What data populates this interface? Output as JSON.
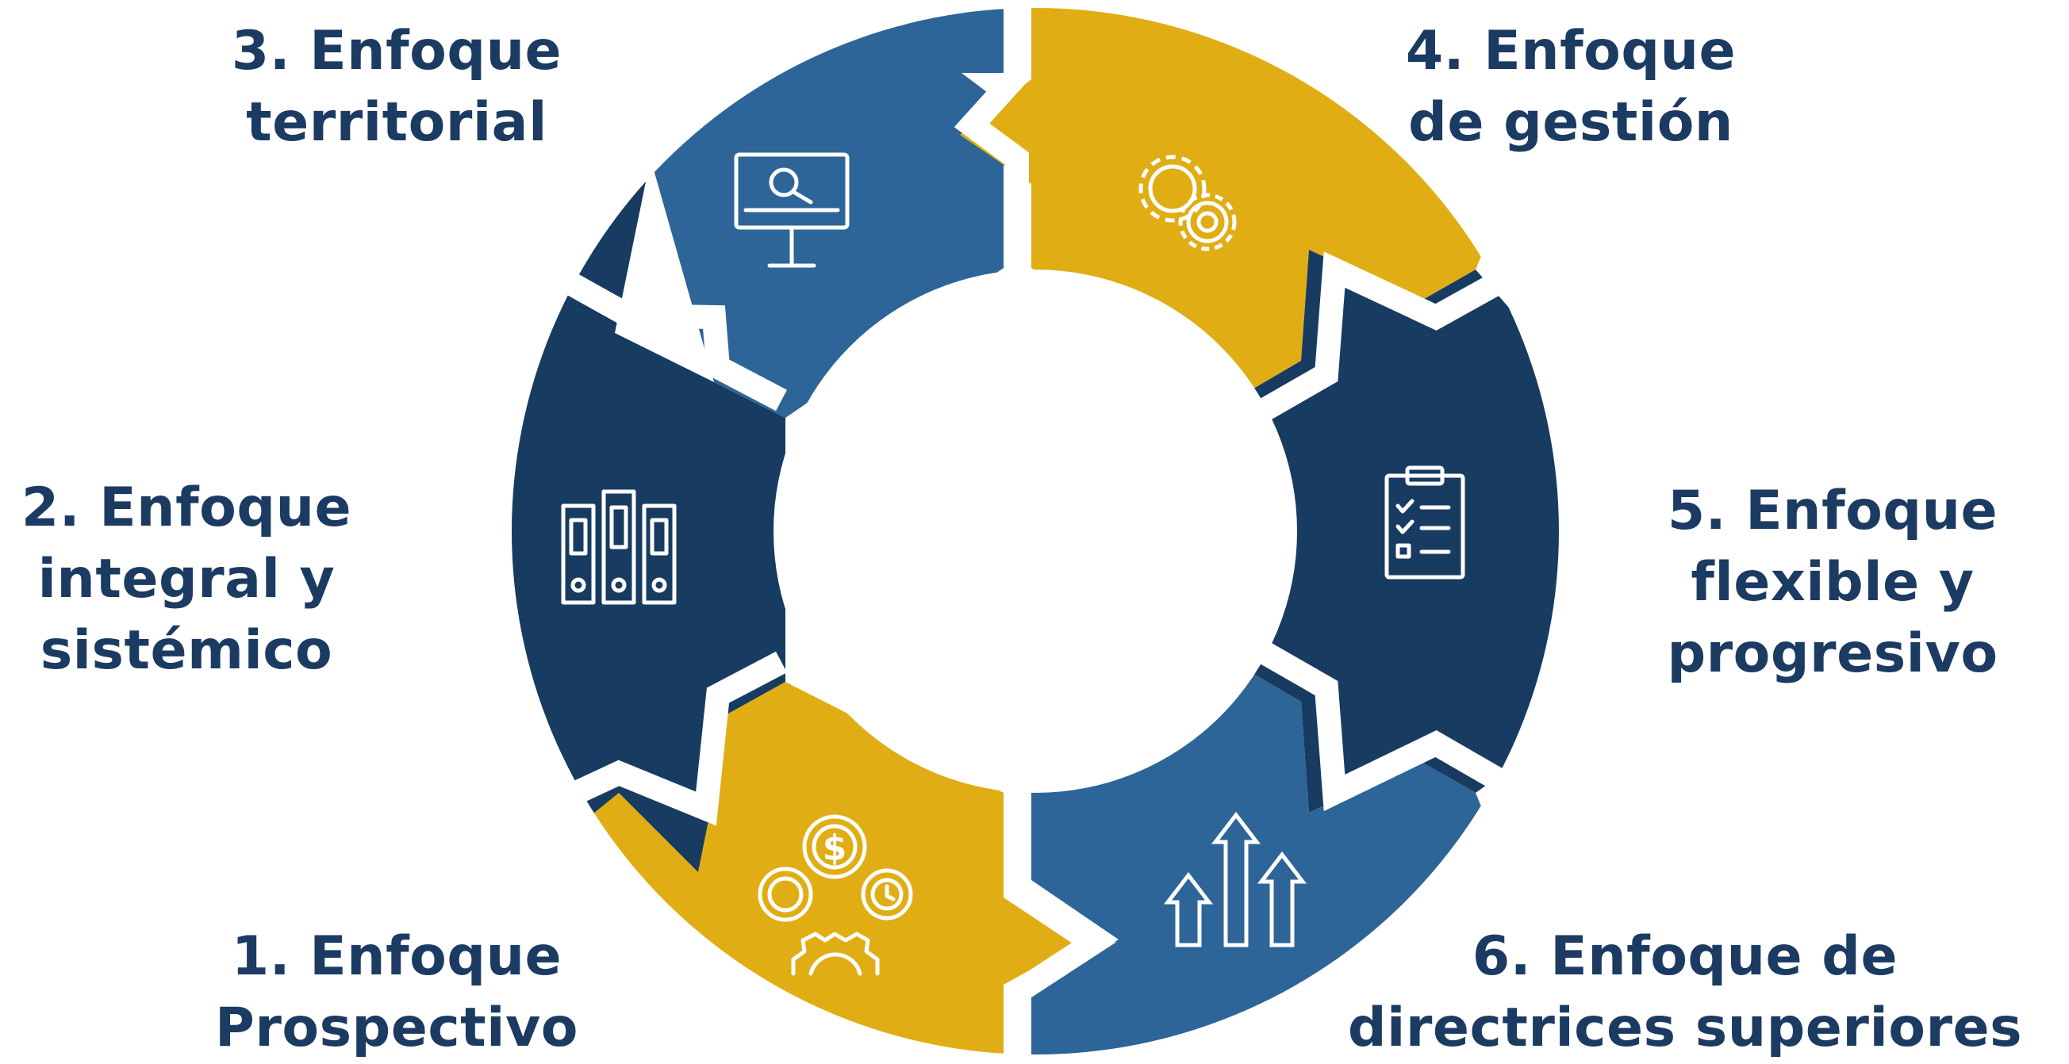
{
  "steps": [
    {
      "id": 1,
      "line1": "1. Enfoque",
      "line2": "Prospectivo",
      "line3": "",
      "color": "#e0ad14",
      "icon": "money-time-gear-icon"
    },
    {
      "id": 2,
      "line1": "2. Enfoque",
      "line2": "integral y",
      "line3": "sistémico",
      "color": "#183b61",
      "icon": "binders-icon"
    },
    {
      "id": 3,
      "line1": "3. Enfoque",
      "line2": "territorial",
      "line3": "",
      "color": "#2e6598",
      "icon": "monitor-search-icon"
    },
    {
      "id": 4,
      "line1": "4. Enfoque",
      "line2": "de gestión",
      "line3": "",
      "color": "#e0ad14",
      "icon": "gears-icon"
    },
    {
      "id": 5,
      "line1": "5. Enfoque",
      "line2": "flexible y",
      "line3": "progresivo",
      "color": "#183b61",
      "icon": "checklist-clipboard-icon"
    },
    {
      "id": 6,
      "line1": "6. Enfoque de",
      "line2": "directrices superiores",
      "line3": "",
      "color": "#2e6598",
      "icon": "up-arrows-icon"
    }
  ]
}
